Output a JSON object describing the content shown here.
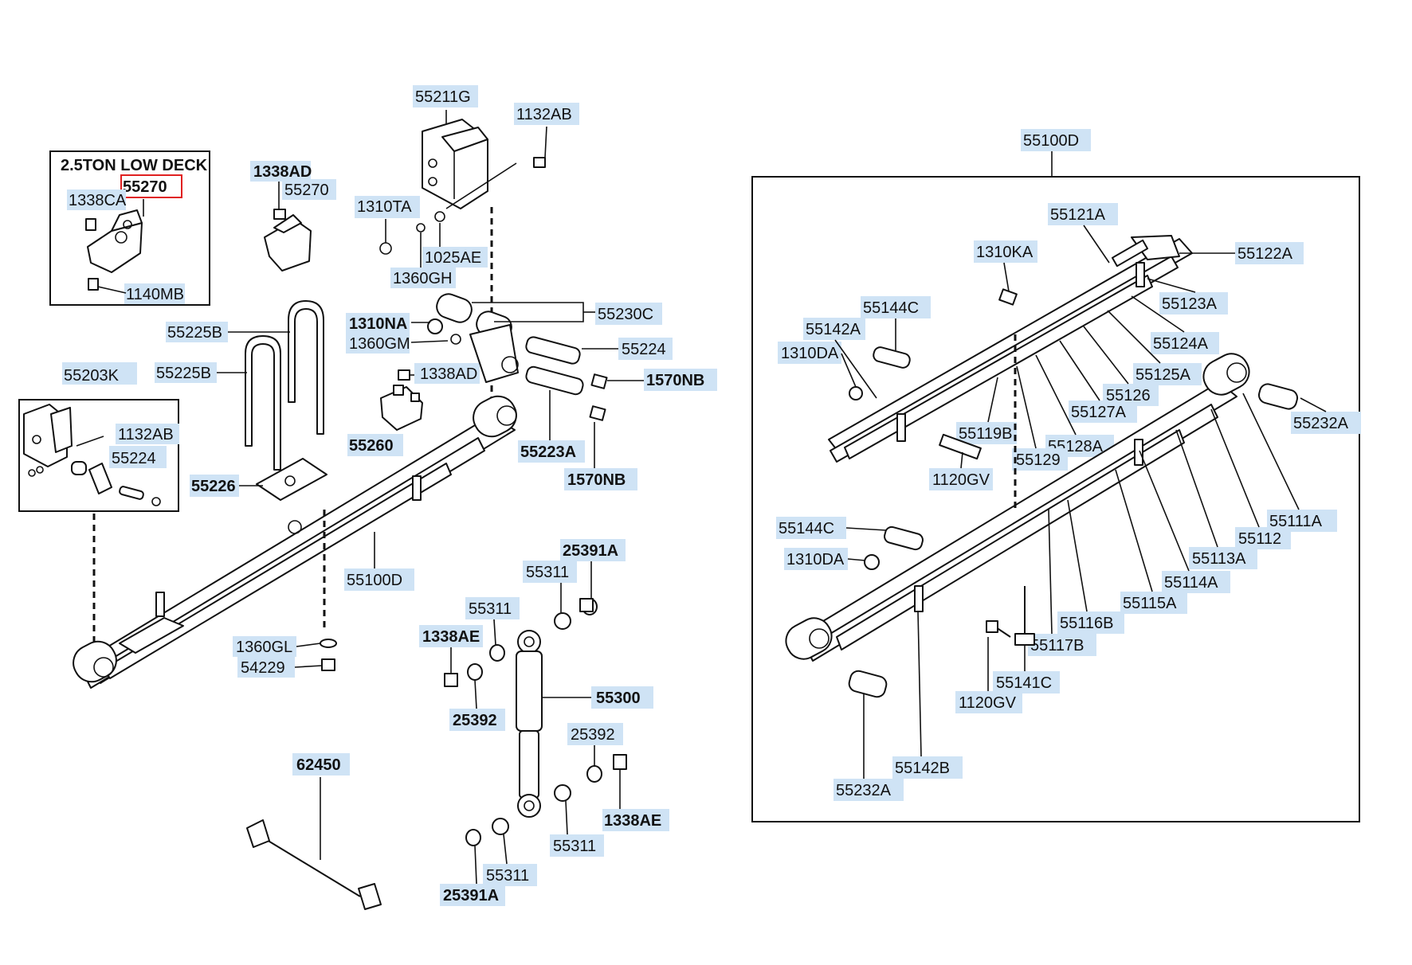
{
  "inset_box": {
    "title": "2.5TON LOW DECK",
    "highlight_part": "55270",
    "parts": [
      "1338CA",
      "1140MB"
    ]
  },
  "callouts": {
    "c55211G": "55211G",
    "c1132AB_top": "1132AB",
    "c1310TA": "1310TA",
    "c1025AE": "1025AE",
    "c1360GH": "1360GH",
    "c1338AD_top": "1338AD",
    "c55270_main": "55270",
    "c55225B_a": "55225B",
    "c55225B_b": "55225B",
    "c1310NA": "1310NA",
    "c1360GM": "1360GM",
    "c55230C": "55230C",
    "c55224_main": "55224",
    "c1338AD_mid": "1338AD",
    "c1570NB_a": "1570NB",
    "c55203K": "55203K",
    "c1132AB_sub": "1132AB",
    "c55224_sub": "55224",
    "c55260": "55260",
    "c55223A": "55223A",
    "c1570NB_b": "1570NB",
    "c55226": "55226",
    "c55100D_left": "55100D",
    "c25391A_top": "25391A",
    "c55311_a": "55311",
    "c55311_b": "55311",
    "c1338AE_left": "1338AE",
    "c1360GL": "1360GL",
    "c54229": "54229",
    "c55300": "55300",
    "c25392_a": "25392",
    "c25392_b": "25392",
    "c1338AE_right": "1338AE",
    "c55311_c": "55311",
    "c55311_d": "55311",
    "c25391A_bottom": "25391A",
    "c62450": "62450"
  },
  "detail_box": {
    "title_callout": "55100D",
    "callouts": {
      "c55121A": "55121A",
      "c1310KA": "1310KA",
      "c55122A": "55122A",
      "c55144C_top": "55144C",
      "c55123A": "55123A",
      "c55142A": "55142A",
      "c55124A": "55124A",
      "c1310DA_top": "1310DA",
      "c55125A": "55125A",
      "c55126": "55126",
      "c55127A": "55127A",
      "c55232A_right": "55232A",
      "c55119B": "55119B",
      "c55128A": "55128A",
      "c55129": "55129",
      "c1120GV_top": "1120GV",
      "c55111A": "55111A",
      "c55112": "55112",
      "c55144C_bottom": "55144C",
      "c55113A": "55113A",
      "c1310DA_bottom": "1310DA",
      "c55114A": "55114A",
      "c55115A": "55115A",
      "c55116B": "55116B",
      "c55117B": "55117B",
      "c55141C": "55141C",
      "c1120GV_bottom": "1120GV",
      "c55142B": "55142B",
      "c55232A_bottom": "55232A"
    }
  }
}
